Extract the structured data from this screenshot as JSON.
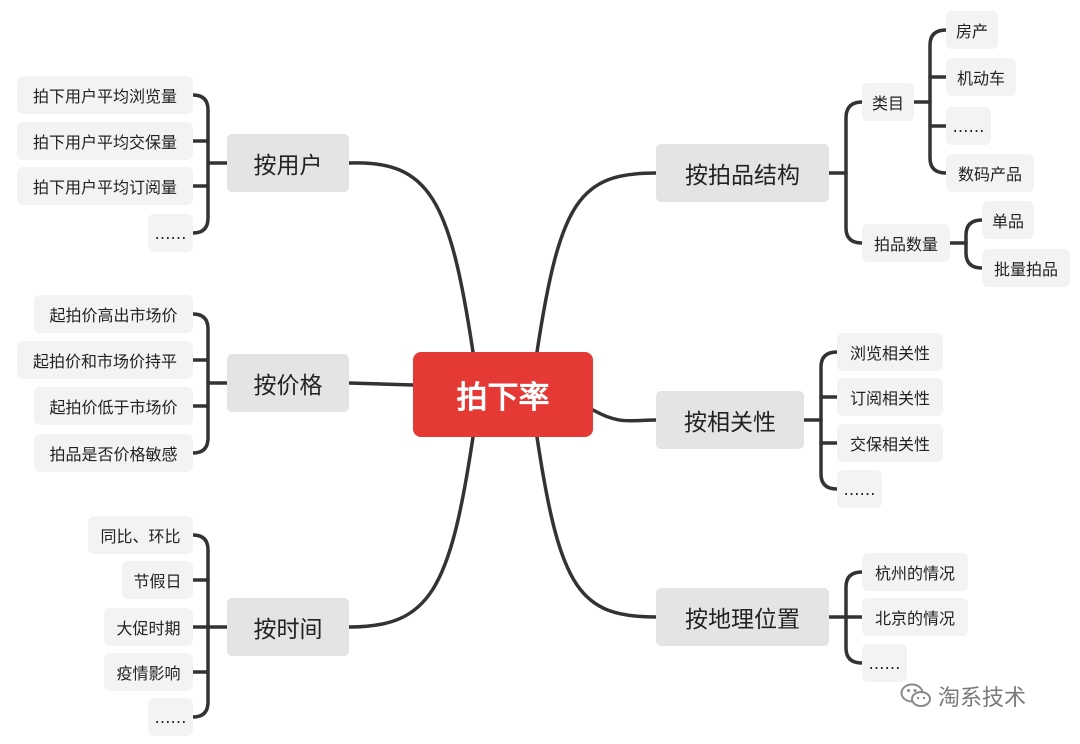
{
  "center": "拍下率",
  "branches": {
    "user": {
      "label": "按用户",
      "items": [
        "拍下用户平均浏览量",
        "拍下用户平均交保量",
        "拍下用户平均订阅量",
        "……"
      ]
    },
    "price": {
      "label": "按价格",
      "items": [
        "起拍价高出市场价",
        "起拍价和市场价持平",
        "起拍价低于市场价",
        "拍品是否价格敏感"
      ]
    },
    "time": {
      "label": "按时间",
      "items": [
        "同比、环比",
        "节假日",
        "大促时期",
        "疫情影响",
        "……"
      ]
    },
    "structure": {
      "label": "按拍品结构",
      "category": {
        "label": "类目",
        "items": [
          "房产",
          "机动车",
          "……",
          "数码产品"
        ]
      },
      "quantity": {
        "label": "拍品数量",
        "items": [
          "单品",
          "批量拍品"
        ]
      }
    },
    "relevance": {
      "label": "按相关性",
      "items": [
        "浏览相关性",
        "订阅相关性",
        "交保相关性",
        "……"
      ]
    },
    "geo": {
      "label": "按地理位置",
      "items": [
        "杭州的情况",
        "北京的情况",
        "……"
      ]
    }
  },
  "watermark": "淘系技术"
}
